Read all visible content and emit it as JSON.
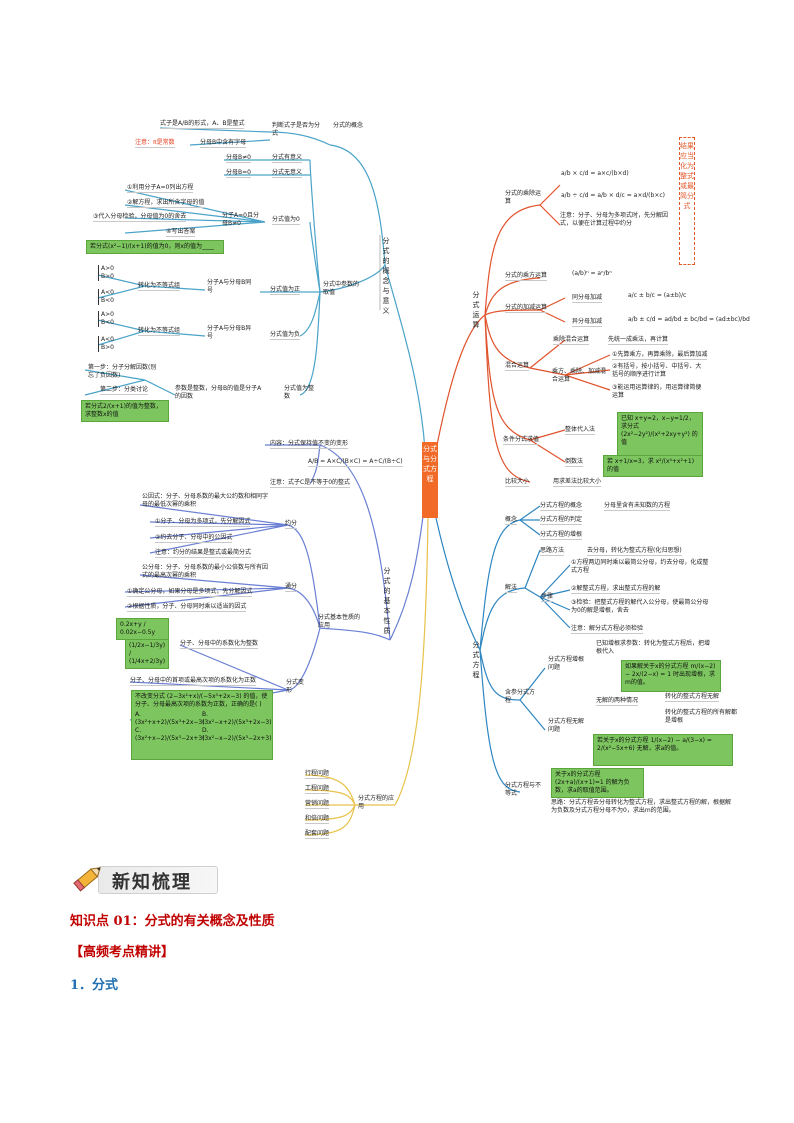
{
  "center": "分式与分式方程",
  "b1": {
    "title": "分式的概念与意义",
    "concept": "分式的概念",
    "judge": "判断式子是否为分式",
    "judge_rule": "式子是A/B的形式，A、B是整式",
    "denom_letter": "分母B中含有字母",
    "pi_note": "注意：π是常数",
    "param": "分式中参数的取值",
    "meaningful": "分式有意义",
    "b_ne_0": "分母B≠0",
    "meaningless": "分式无意义",
    "b_eq_0": "分母B=0",
    "zero": "分式值为0",
    "zero_cond": "分子A=0且分母B≠0",
    "z1": "①利用分子A=0列出方程",
    "z2": "②解方程，求出所含字母的值",
    "z3": "③代入分母检验，分母值为0的舍去",
    "z4": "④写出答案",
    "z_ex": "若分式(x²−1)/(x+1)的值为0，则x的值为____",
    "pos": "分式值为正",
    "pos_cond": "分子A与分母B同号",
    "ineq_conv": "转化为不等式组",
    "neg": "分式值为负",
    "neg_cond": "分子A与分母B异号",
    "ineq_conv2": "转化为不等式组",
    "sys1a": "A>0",
    "sys1b": "B>0",
    "sys2a": "A<0",
    "sys2b": "B<0",
    "sys3a": "A>0",
    "sys3b": "B<0",
    "sys4a": "A<0",
    "sys4b": "B>0",
    "int": "分式值为整数",
    "int_cond": "参数是整数，分母B的值是分子A的因数",
    "step1": "第一步：分子分解因数(别忘了负因数)",
    "step2": "第二步：分类讨论",
    "int_ex": "若分式2/(x+1)的值为整数，求整数x的值"
  },
  "b2": {
    "title": "分式的基本性质",
    "content": "内容：分式保持值不变的变形",
    "formula": "A/B = A×C/(B×C) = A÷C/(B÷C)",
    "note": "注意：式子C是不等于0的整式",
    "apply": "分式基本性质的应用",
    "reduce": "约分",
    "r1": "公因式：分子、分母系数的最大公约数和相同字母的最低次幂的乘积",
    "r2": "①分子、分母为多项式，先分解因式",
    "r3": "②约去分子、分母中的公因式",
    "r4": "注意：约分的结果是整式或最简分式",
    "common": "通分",
    "c1": "公分母：分子、分母系数的最小公倍数与所有因式的最高次幂的乘积",
    "c2": "①确定公分母，如果分母是多项式，先分解因式",
    "c3": "②根据性质，分子、分母同时乘以适当的因式",
    "transform": "分式变形",
    "coef_int": "分子、分母中的系数化为整数",
    "coef_ex1": "0.2x+y / 0.02x−0.5y",
    "coef_ex2": "(1/2x−1/3y) / (1/4x+2/3y)",
    "coef_pos": "分子、分母中的首项或最高次项的系数化为正数",
    "pos_ex": "不改变分式 (2−3x²+x)/(−5x³+2x−3) 的值，使分子、分母最高次项的系数为正数，正确的是(  )",
    "optA": "A. (3x²+x+2)/(5x³+2x−3)",
    "optB": "B. (3x²−x+2)/(5x³+2x−3)",
    "optC": "C. (3x²+x−2)/(5x³−2x+3)",
    "optD": "D. (3x²−x−2)/(5x³−2x+3)"
  },
  "b3": {
    "title": "分式方程的应用",
    "items": [
      "行程问题",
      "工程问题",
      "营销问题",
      "和倍问题",
      "配套问题"
    ]
  },
  "b4": {
    "title": "分式运算",
    "muldiv": "分式的乘除运算",
    "muldiv_f1": "a/b × c/d = a×c/(b×d)",
    "muldiv_f2": "a/b ÷ c/d = a/b × d/c = a×d/(b×c)",
    "muldiv_note": "注意：分子、分母为多项式时，先分解因式，以便在计算过程中约分",
    "power": "分式的乘方运算",
    "power_f": "(a/b)ⁿ = aⁿ/bⁿ",
    "addsub": "分式的加减运算",
    "same": "同分母加减",
    "same_f": "a/c ± b/c = (a±b)/c",
    "diff": "异分母加减",
    "diff_f": "a/b ± c/d = ad/bd ± bc/bd = (ad±bc)/bd",
    "mixed": "混合运算",
    "m1": "乘除混合运算",
    "m1_rule": "先统一成乘法，再计算",
    "m2": "乘方、乘除、加减混合运算",
    "m2_r1": "①先算乘方，再算乘除，最后算加减",
    "m2_r2": "②有括号，按小括号、中括号、大括号的顺序进行计算",
    "m2_r3": "③能运用运算律的，用运算律简便运算",
    "cond": "条件分式求值",
    "whole": "整体代入法",
    "whole_ex": "已知 x+y=2，x−y=1/2，求分式 (2x²−2y²)/(x²+2xy+y²) 的值",
    "recip": "倒数法",
    "recip_ex": "若 x+1/x=3，求 x²/(x⁴+x²+1) 的值",
    "compare": "比较大小",
    "compare_rule": "用求差法比较大小",
    "side_note": "结果应当化为整式或最简分式"
  },
  "b5": {
    "title": "分式方程",
    "concept": "概念",
    "k1": "分式方程的概念",
    "k1_def": "分母里含有未知数的方程",
    "k2": "分式方程的判定",
    "k3": "分式方程的增根",
    "solve": "解法",
    "idea": "思路方法",
    "idea_rule": "去分母，转化为整式方程(化归思想)",
    "steps": "步骤",
    "s1": "①方程两边同时乘以最简公分母，约去分母，化成整式方程",
    "s2": "②解整式方程，求出整式方程的解",
    "s3": "③检验：把整式方程的解代入公分母，使最简公分母为0的解是增根，舍去",
    "s4": "注意：解分式方程必须检验",
    "param": "含参分式方程",
    "inc": "分式方程增根问题",
    "inc_rule": "已知增根求参数：转化为整式方程后，把增根代入",
    "inc_ex": "如果解关于x的分式方程 m/(x−2) − 2x/(2−x) = 1 时出现增根，求m的值。",
    "nosol": "分式方程无解问题",
    "nosol_cases": "无解的两种情况",
    "nosol_c1": "转化的整式方程无解",
    "nosol_c2": "转化的整式方程的所有解都是增根",
    "nosol_ex": "若关于x的分式方程 1/(x−2) − a/(3−x) = 2/(x²−5x+6) 无解，求a的值。",
    "ineq": "分式方程与不等式",
    "ineq_ex": "关于x的分式方程 (2x+a)/(x+1)=1 的解为负数，求a的取值范围。",
    "ineq_idea": "思路：分式方程去分母转化为整式方程，求出整式方程的解，根据解为负数及分式方程分母不为0，求出m的范围。"
  },
  "banner": "新知梳理",
  "knowledge_point": "知识点 01：分式的有关概念及性质",
  "heading": "【高频考点精讲】",
  "section": "1．分式",
  "colors": {
    "center": "#f26a27",
    "b1": "#4aa3c8",
    "b2": "#6a7fd3",
    "b3": "#e8c24a",
    "b4": "#e0532c",
    "b5": "#2e86c1",
    "green": "#7dc65f"
  }
}
